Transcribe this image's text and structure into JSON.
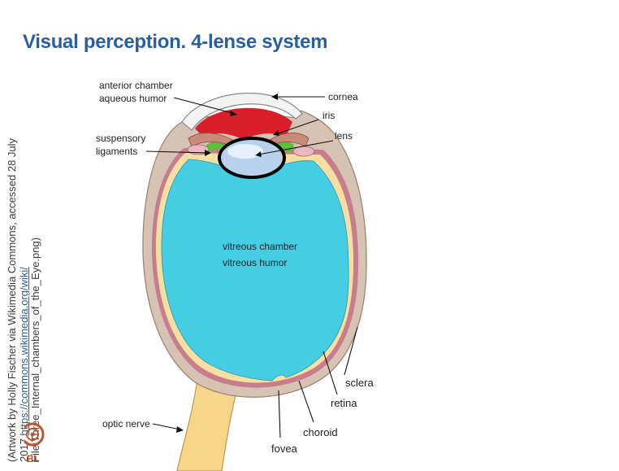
{
  "slide": {
    "title": "Visual perception. 4-lense system"
  },
  "credit": {
    "line1": "(Artwork by Holly Fischer via Wikimedia Commons, accessed 28 July",
    "line2_prefix": "2017 ",
    "line2_link": "https://commons.wikimedia.org/wiki/",
    "line3": "File:Three_Internal_chambers_of_the_Eye.png)"
  },
  "labels": {
    "anterior_chamber": "anterior chamber",
    "aqueous_humor": "aqueous humor",
    "cornea": "cornea",
    "iris": "iris",
    "lens": "lens",
    "suspensory": "suspensory",
    "ligaments": "ligaments",
    "vitreous_chamber": "vitreous chamber",
    "vitreous_humor": "vitreous humor",
    "sclera": "sclera",
    "retina": "retina",
    "choroid": "choroid",
    "fovea": "fovea",
    "optic_nerve": "optic nerve"
  },
  "logo": {
    "text": "EL"
  },
  "colors": {
    "title": "#2a5f9e",
    "sclera": "#d6c3b3",
    "choroid": "#c77d8c",
    "retina": "#f6dfa2",
    "vitreous": "#45cde3",
    "aqueous": "#d81f2a",
    "lens": "#b9d2ec",
    "ciliary": "#5cbf3c",
    "optic_nerve": "#f7d689"
  }
}
